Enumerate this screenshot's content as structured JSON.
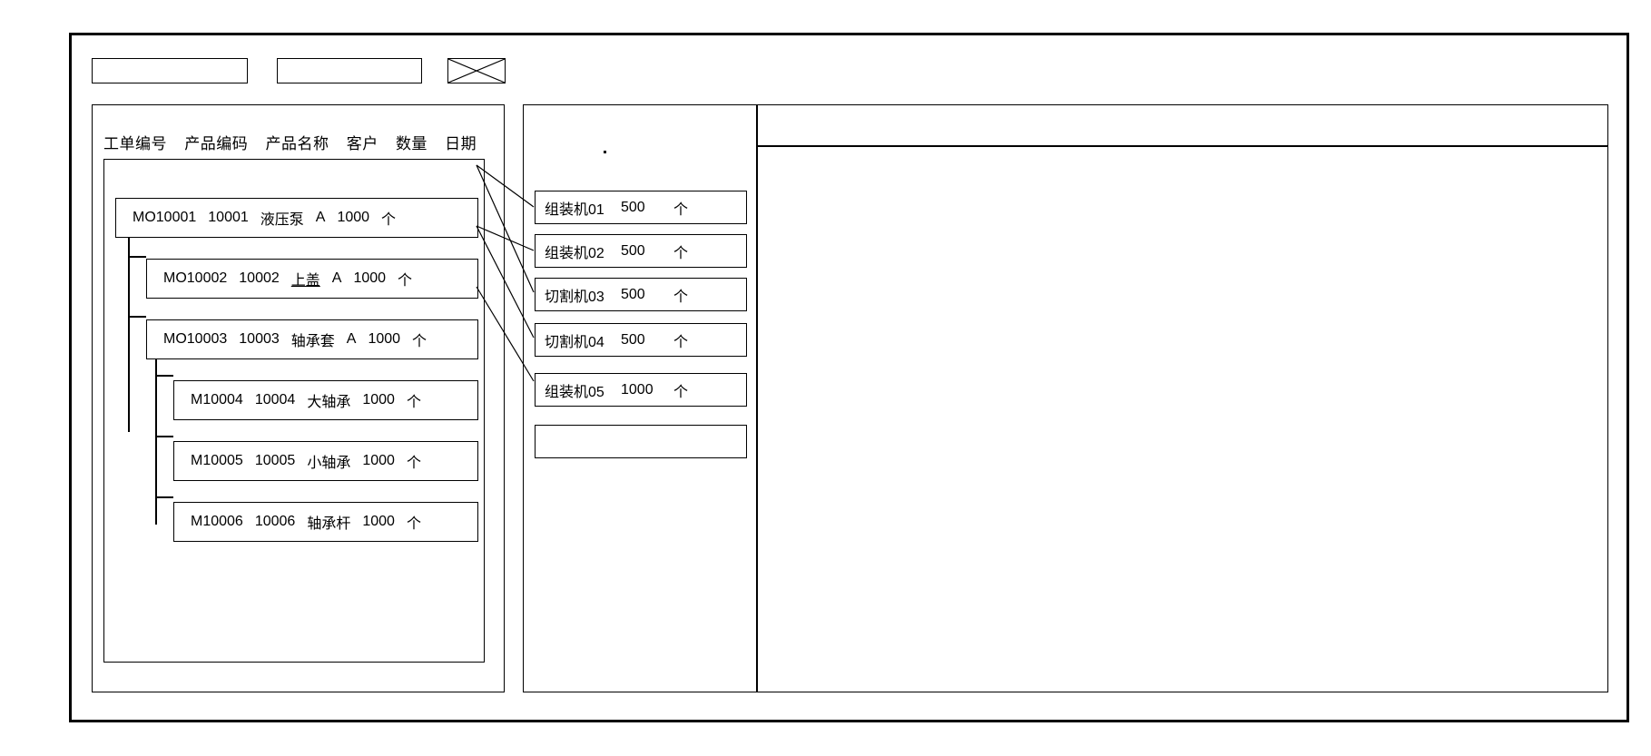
{
  "window": {
    "title": ""
  },
  "toolbar": {
    "field_1_value": "",
    "field_1_placeholder": "",
    "field_2_value": "",
    "field_2_placeholder": "",
    "thumbnail_icon": "crossed-box-image-placeholder-icon"
  },
  "order_panel": {
    "columns": [
      "工单编号",
      "产品编码",
      "产品名称",
      "客户",
      "数量",
      "日期"
    ],
    "rows": [
      {
        "depth": 0,
        "order_no": "MO10001",
        "product_code": "10001",
        "product_name": "液压泵",
        "customer": "A",
        "quantity": "1000",
        "unit": "个",
        "date": ""
      },
      {
        "depth": 1,
        "order_no": "MO10002",
        "product_code": "10002",
        "product_name": "上盖",
        "customer": "A",
        "quantity": "1000",
        "unit": "个",
        "date": ""
      },
      {
        "depth": 1,
        "order_no": "MO10003",
        "product_code": "10003",
        "product_name": "轴承套",
        "customer": "A",
        "quantity": "1000",
        "unit": "个",
        "date": ""
      },
      {
        "depth": 2,
        "order_no": "M10004",
        "product_code": "10004",
        "product_name": "大轴承",
        "customer": "",
        "quantity": "1000",
        "unit": "个",
        "date": ""
      },
      {
        "depth": 2,
        "order_no": "M10005",
        "product_code": "10005",
        "product_name": "小轴承",
        "customer": "",
        "quantity": "1000",
        "unit": "个",
        "date": ""
      },
      {
        "depth": 2,
        "order_no": "M10006",
        "product_code": "10006",
        "product_name": "轴承杆",
        "customer": "",
        "quantity": "1000",
        "unit": "个",
        "date": ""
      }
    ]
  },
  "machine_panel": {
    "rows": [
      {
        "machine": "组装机01",
        "quantity": "500",
        "unit": "个"
      },
      {
        "machine": "组装机02",
        "quantity": "500",
        "unit": "个"
      },
      {
        "machine": "切割机03",
        "quantity": "500",
        "unit": "个"
      },
      {
        "machine": "切割机04",
        "quantity": "500",
        "unit": "个"
      },
      {
        "machine": "组装机05",
        "quantity": "1000",
        "unit": "个"
      },
      {
        "machine": "",
        "quantity": "",
        "unit": ""
      }
    ]
  },
  "detail_panel": {
    "header_text": "",
    "body_text": ""
  },
  "colors": {
    "stroke": "#000000",
    "background": "#ffffff"
  }
}
